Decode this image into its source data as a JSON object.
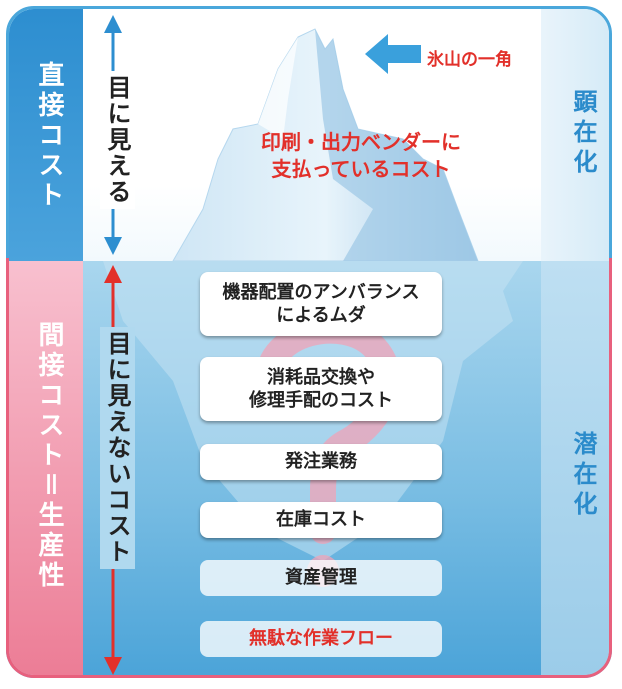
{
  "left": {
    "direct_cost": "直接コスト",
    "indirect_cost": "間接コスト＝生産性"
  },
  "right": {
    "visible_state": "顕在化",
    "latent_state": "潜在化"
  },
  "arrows": {
    "visible_label": "目に見える",
    "invisible_label": "目に見えないコスト"
  },
  "iceberg": {
    "tip_label": "氷山の一角",
    "caption_line1": "印刷・出力ベンダーに",
    "caption_line2": "支払っているコスト"
  },
  "hidden_items": [
    {
      "line1": "機器配置のアンバランス",
      "line2": "によるムダ"
    },
    {
      "line1": "消耗品交換や",
      "line2": "修理手配のコスト"
    },
    {
      "line1": "発注業務"
    },
    {
      "line1": "在庫コスト"
    },
    {
      "line1": "資産管理"
    },
    {
      "line1": "無駄な作業フロー"
    }
  ],
  "colors": {
    "blue": "#2d8ed0",
    "pink": "#ec7c95",
    "red_text": "#e2302a",
    "sea": "#79bde3"
  }
}
